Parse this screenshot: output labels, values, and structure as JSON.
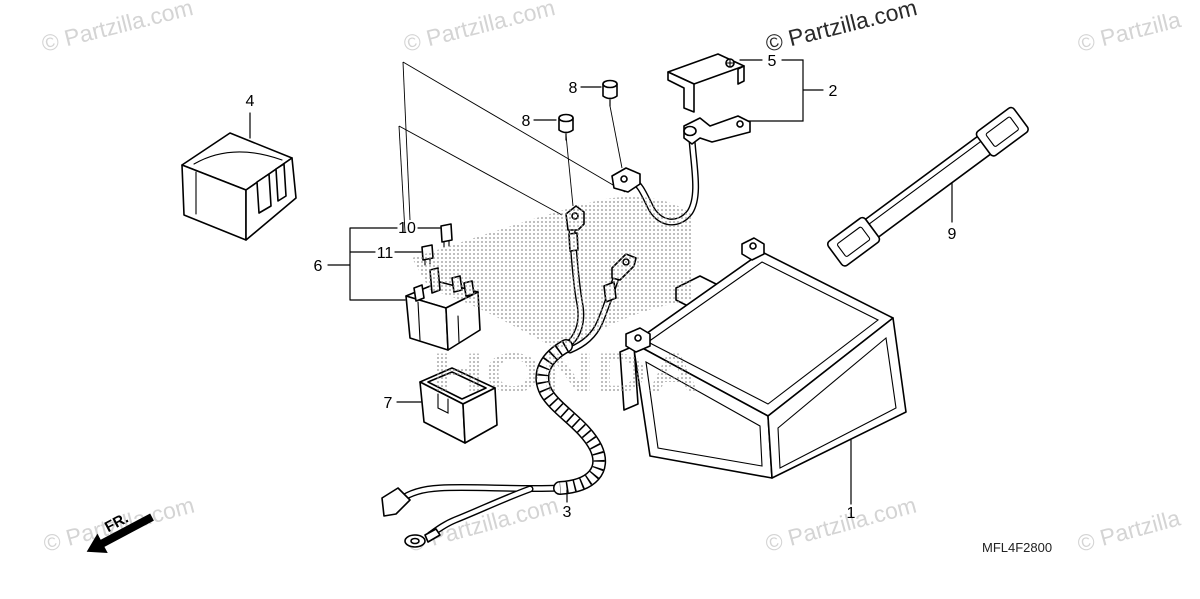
{
  "diagram": {
    "callouts": [
      "1",
      "2",
      "3",
      "4",
      "5",
      "6",
      "7",
      "8",
      "8",
      "9",
      "10",
      "11"
    ],
    "drawing_code": "MFL4F2800",
    "front_arrow_label": "FR.",
    "logo_text": "HONDA"
  },
  "watermark": {
    "text": "© Partzilla.com",
    "text_at_right_edge": "© Partzilla"
  },
  "colors": {
    "background": "#ffffff",
    "line": "#000000",
    "watermark": "#d4d4d4",
    "watermark_strong": "#2a2a2a",
    "halftone": "#8a8a8a"
  }
}
